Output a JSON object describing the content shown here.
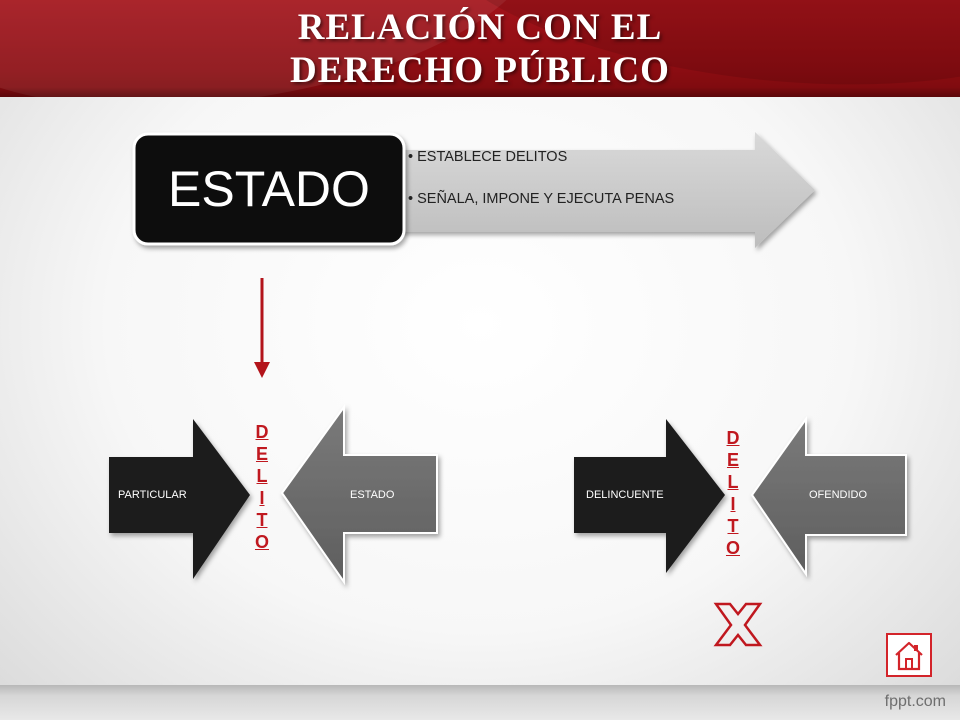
{
  "title": {
    "line1": "RELACIÓN CON EL",
    "line2": "DERECHO PÚBLICO"
  },
  "top_diagram": {
    "box_label": "ESTADO",
    "bullets": [
      "• ESTABLECE DELITOS",
      "• SEÑALA, IMPONE Y EJECUTA PENAS"
    ]
  },
  "left_group": {
    "right_arrow_label": "PARTICULAR",
    "left_arrow_label": "ESTADO",
    "center_word": [
      "D",
      "E",
      "L",
      "I",
      "T",
      "O"
    ]
  },
  "right_group": {
    "right_arrow_label": "DELINCUENTE",
    "left_arrow_label": "OFENDIDO",
    "center_word": [
      "D",
      "E",
      "L",
      "I",
      "T",
      "O"
    ]
  },
  "icons": {
    "down_arrow": "arrow-down-icon",
    "cross": "x-mark-icon",
    "home": "home-icon"
  },
  "footer": {
    "logo": "fppt.com"
  },
  "colors": {
    "header_red": "#9c1017",
    "accent_red": "#c0181f",
    "black_box": "#111111",
    "gray_chevron": "#cfcfcf",
    "dark_arrow": "#1a1a1a",
    "gray_arrow": "#6f6f6f"
  }
}
